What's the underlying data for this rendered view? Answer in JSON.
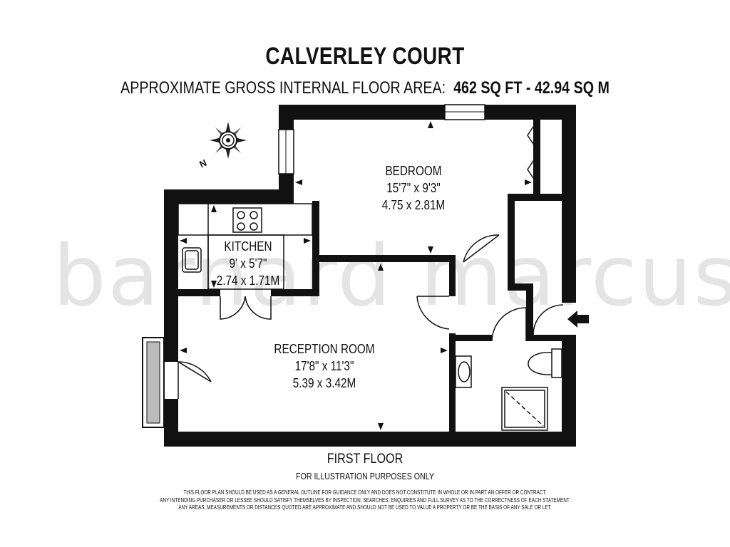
{
  "title": "CALVERLEY COURT",
  "area": {
    "label": "APPROXIMATE GROSS INTERNAL FLOOR AREA:",
    "sq_ft": "462 SQ FT",
    "separator": "-",
    "sq_m": "42.94 SQ M"
  },
  "watermark": "barnard marcus",
  "compass": {
    "label": "N",
    "icon": "compass-rose-icon"
  },
  "rooms": {
    "bedroom": {
      "name": "BEDROOM",
      "imperial": "15'7\" x 9'3\"",
      "metric": "4.75 x 2.81M"
    },
    "kitchen": {
      "name": "KITCHEN",
      "imperial": "9' x 5'7\"",
      "metric": "2.74 x 1.71M"
    },
    "reception": {
      "name": "RECEPTION ROOM",
      "imperial": "17'8\" x 11'3\"",
      "metric": "5.39 x 3.42M"
    }
  },
  "floor": {
    "name": "FIRST FLOOR",
    "note": "FOR ILLUSTRATION PURPOSES ONLY"
  },
  "disclaimer": [
    "THIS FLOOR PLAN SHOULD BE USED AS A GENERAL OUTLINE FOR GUIDANCE ONLY AND DOES NOT CONSTITUTE IN WHOLE OR IN PART AN OFFER OR CONTRACT.",
    "ANY INTENDING PURCHASER OR LESSEE SHOULD SATISFY THEMSELVES BY INSPECTION, SEARCHES, ENQUIRIES AND FULL SURVEY AS TO THE CORRECTNESS OF EACH STATEMENT.",
    "ANY AREAS, MEASUREMENTS OR DISTANCES QUOTED ARE APPROXIMATE AND SHOULD NOT BE USED TO VALUE A PROPERTY OR BE THE BASIS OF ANY SALE OR LET."
  ]
}
